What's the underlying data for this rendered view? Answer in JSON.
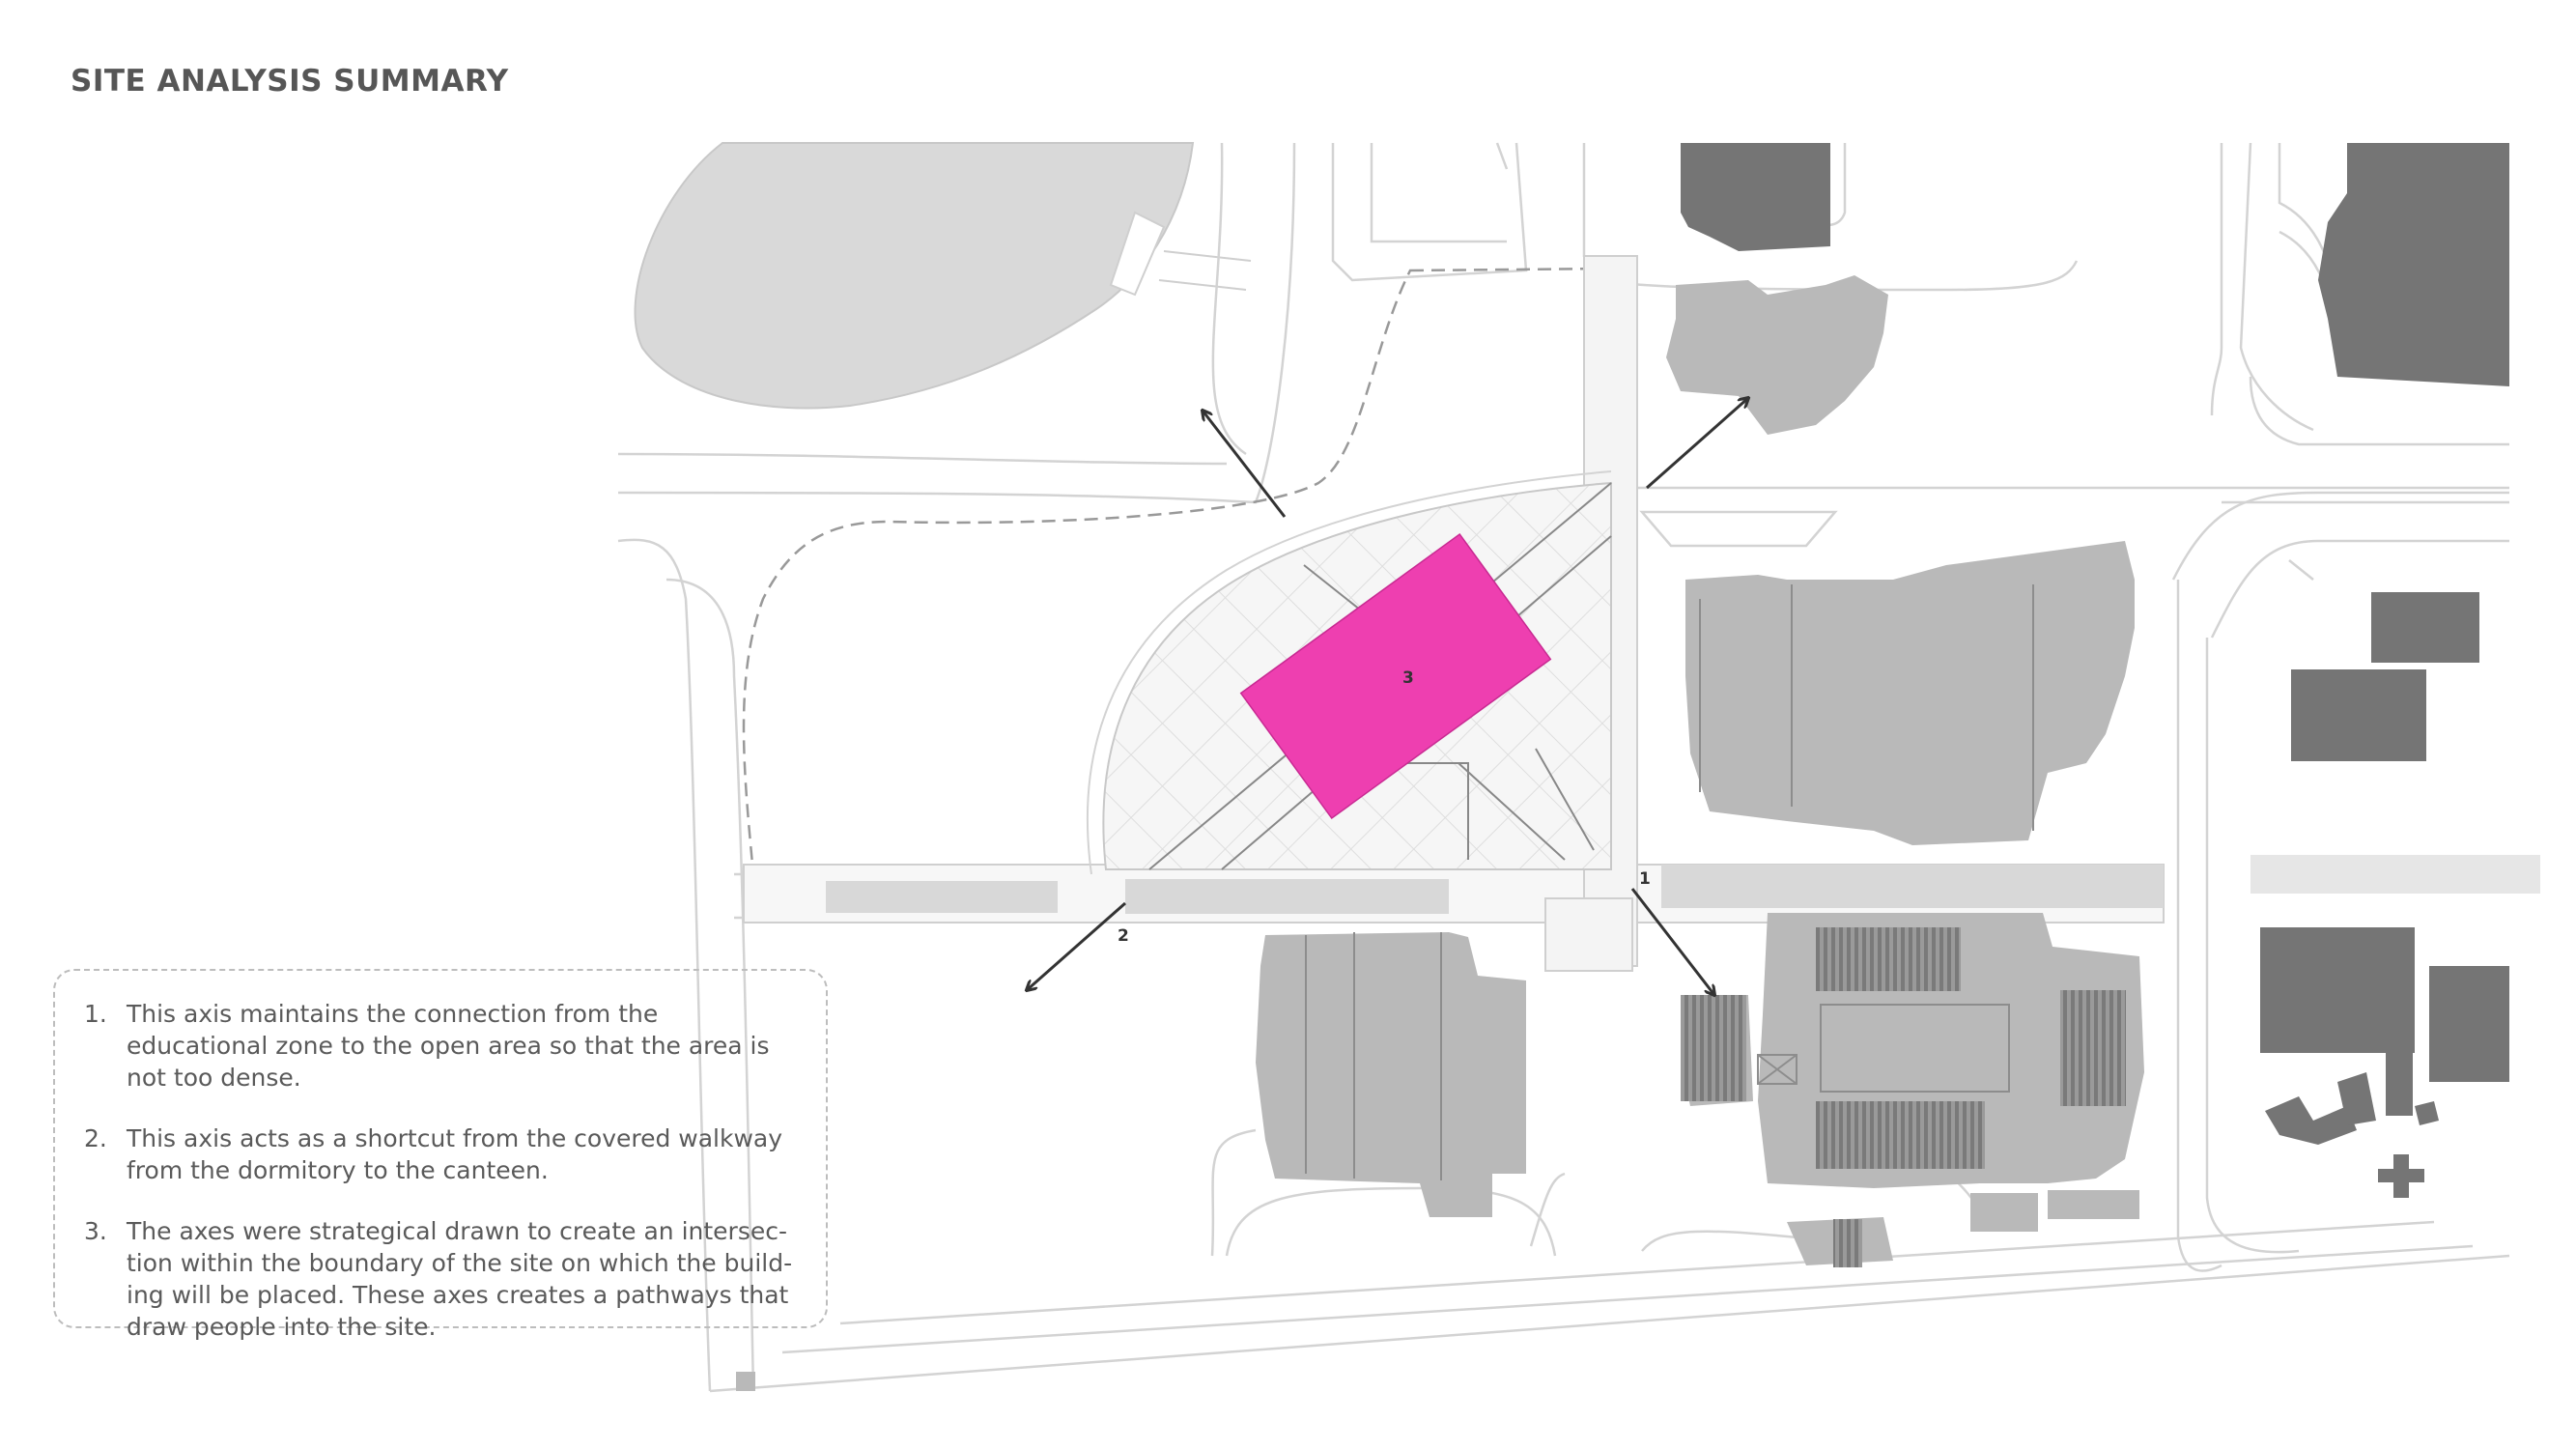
{
  "title": "SITE ANALYSIS SUMMARY",
  "notes": [
    {
      "num": "1.",
      "text": "This axis maintains the connection from the educational zone to the open area so that the area is not too dense."
    },
    {
      "num": "2.",
      "text": "This axis acts as a shortcut from the covered walkway from the dormitory to the canteen."
    },
    {
      "num": "3.",
      "text": "The axes were strategical drawn to create an intersec-tion within the boundary of the site on which the build-ing will be placed. These axes creates a pathways that draw people into the site."
    }
  ],
  "map_labels": {
    "axis1": "1",
    "axis2": "2",
    "building": "3"
  },
  "colors": {
    "building_highlight": "#ee3fb0",
    "building_dark": "#757575",
    "building_mid": "#b9b9b9",
    "ground": "#d9d9d9",
    "line": "#cfcfcf",
    "arrow": "#333333",
    "text": "#5a5a5a"
  }
}
